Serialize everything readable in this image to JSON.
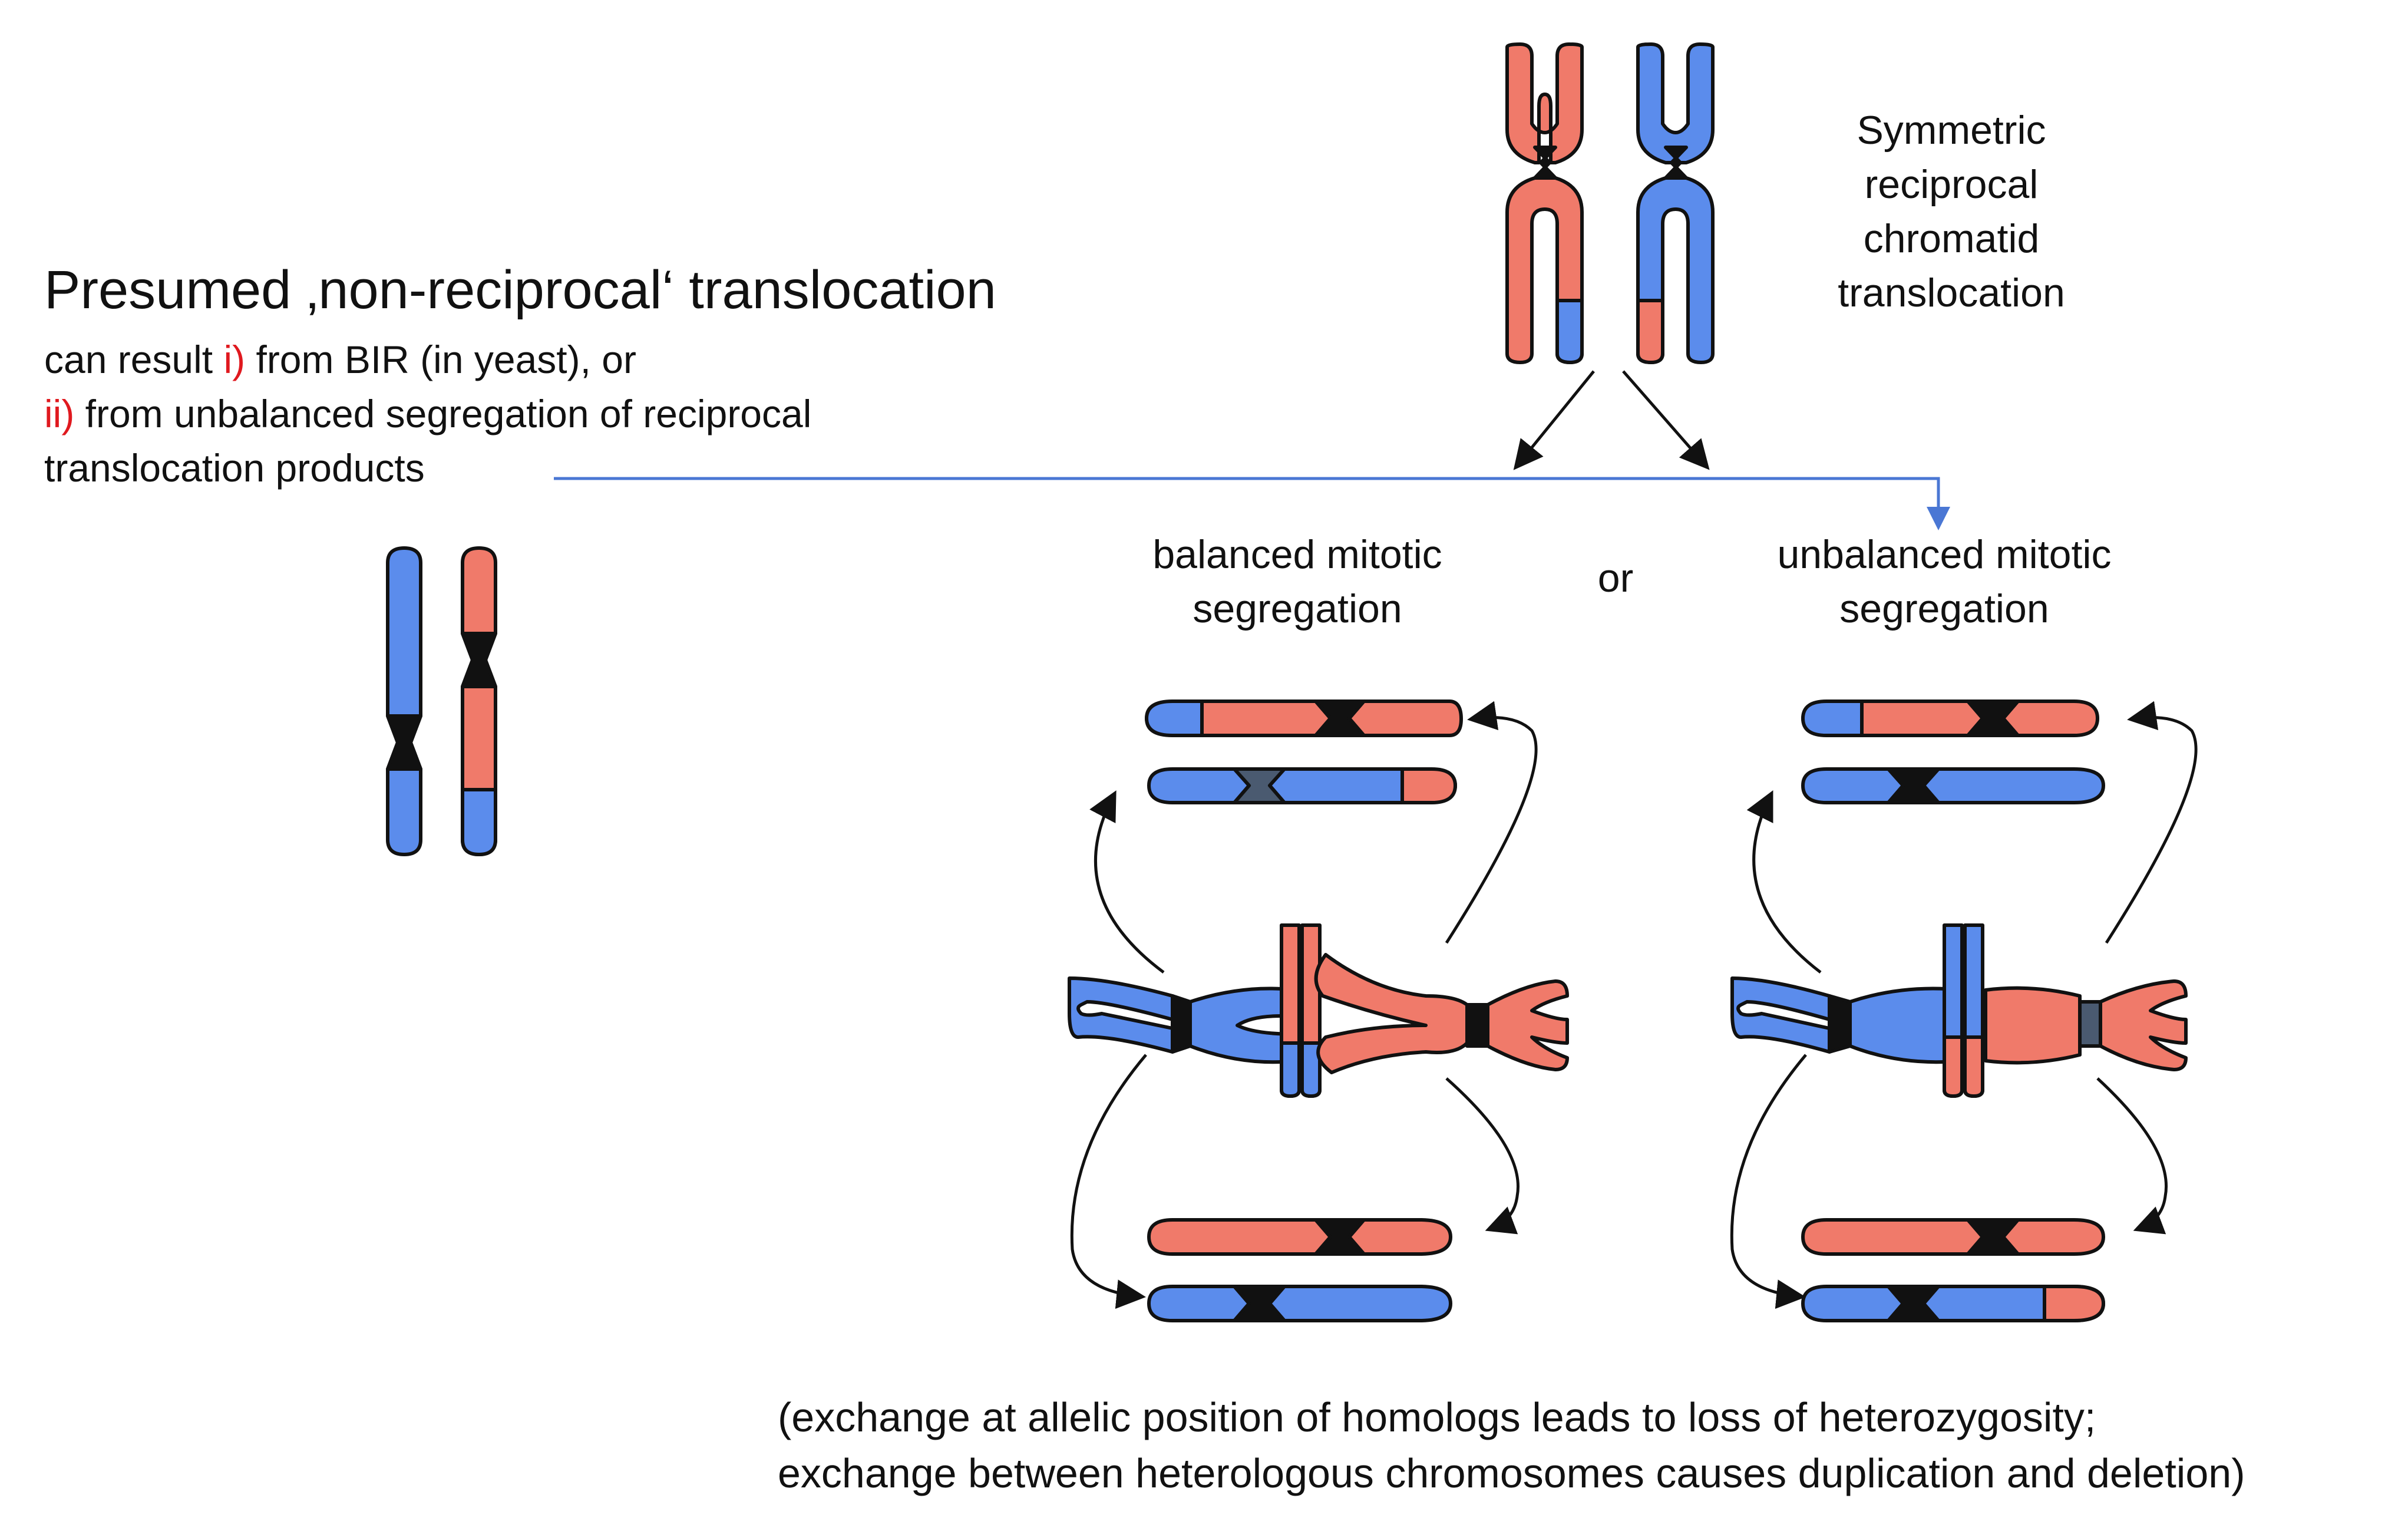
{
  "title": "Presumed ‚non-reciprocal‘ translocation",
  "subtitle": {
    "line1_prefix": "can result  ",
    "line1_marker": "i)",
    "line1_suffix": " from BIR (in yeast), or",
    "line2_marker": "ii)",
    "line2_suffix": " from unbalanced segregation of reciprocal",
    "line3": "translocation products"
  },
  "top_label": [
    "Symmetric",
    "reciprocal",
    "chromatid",
    "translocation"
  ],
  "balanced_label": [
    "balanced mitotic",
    "segregation"
  ],
  "or_label": "or",
  "unbalanced_label": [
    "unbalanced mitotic",
    "segregation"
  ],
  "footnote": [
    "(exchange at allelic position of homologs leads to loss of heterozygosity;",
    "exchange between heterologous chromosomes causes duplication and  deletion)"
  ],
  "colors": {
    "blue": "#5b8cec",
    "red": "#f07a6a",
    "centromere": "#111111",
    "arrow": "#4a77d4",
    "marker": "#e0191f"
  }
}
